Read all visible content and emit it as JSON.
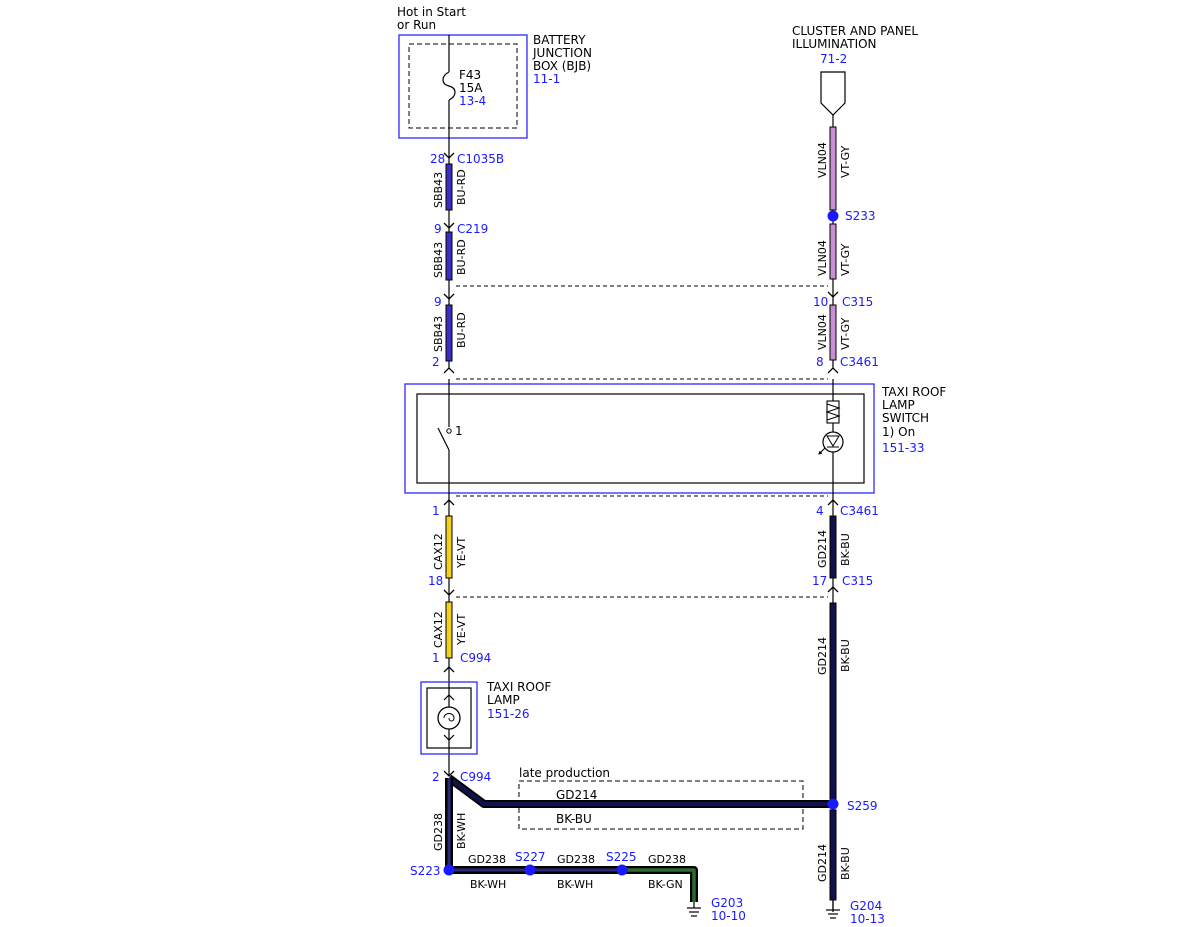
{
  "header": {
    "hot_line1": "Hot in Start",
    "hot_line2": "or Run"
  },
  "bjb": {
    "line1": "BATTERY",
    "line2": "JUNCTION",
    "line3": "BOX (BJB)",
    "ref": "11-1",
    "fuse_name": "F43",
    "fuse_rating": "15A",
    "fuse_ref": "13-4"
  },
  "cluster": {
    "line1": "CLUSTER AND PANEL",
    "line2": "ILLUMINATION",
    "ref": "71-2"
  },
  "left_circuit": {
    "pin_28": "28",
    "conn_c1035b": "C1035B",
    "pin_9a": "9",
    "conn_c219": "C219",
    "pin_9b": "9",
    "pin_2": "2",
    "wire_sbb43": "SBB43",
    "color_bu_rd": "BU-RD",
    "pin_1a": "1",
    "pin_18": "18",
    "pin_1b": "1",
    "conn_c994_a": "C994",
    "wire_cax12": "CAX12",
    "color_ye_vt": "YE-VT",
    "pin_2b": "2",
    "conn_c994_b": "C994",
    "wire_gd238": "GD238",
    "color_bk_wh": "BK-WH"
  },
  "right_circuit": {
    "wire_vln04": "VLN04",
    "color_vt_gy": "VT-GY",
    "splice_s233": "S233",
    "pin_10": "10",
    "conn_c315_a": "C315",
    "pin_8": "8",
    "conn_c3461_a": "C3461",
    "pin_4": "4",
    "conn_c3461_b": "C3461",
    "pin_17": "17",
    "conn_c315_b": "C315",
    "wire_gd214": "GD214",
    "color_bk_bu": "BK-BU",
    "splice_s259": "S259",
    "ground_g204": "G204",
    "ground_g204_ref": "10-13"
  },
  "switch": {
    "line1": "TAXI ROOF",
    "line2": "LAMP",
    "line3": "SWITCH",
    "state": "1) On",
    "ref": "151-33",
    "contact": "1"
  },
  "lamp": {
    "line1": "TAXI ROOF",
    "line2": "LAMP",
    "ref": "151-26"
  },
  "late_production": {
    "label": "late production",
    "wire": "GD214",
    "color": "BK-BU"
  },
  "ground_bus": {
    "splice_s223": "S223",
    "splice_s227": "S227",
    "splice_s225": "S225",
    "wire_gd238_1": "GD238",
    "color_bk_wh_1": "BK-WH",
    "wire_gd238_2": "GD238",
    "color_bk_wh_2": "BK-WH",
    "wire_gd238_3": "GD238",
    "color_bk_gn": "BK-GN",
    "ground_g203": "G203",
    "ground_g203_ref": "10-10"
  },
  "colors": {
    "bu_rd": "#3a2fc0",
    "vt_gy": "#c98fd6",
    "ye_vt": "#f2d21e",
    "bk_bu": "#10124e",
    "bk_wh_core": "#2a2a7a",
    "bk_gn_core": "#2d6a2d",
    "blue_ref": "#1a1aff",
    "box_blue": "#2a2aff"
  }
}
